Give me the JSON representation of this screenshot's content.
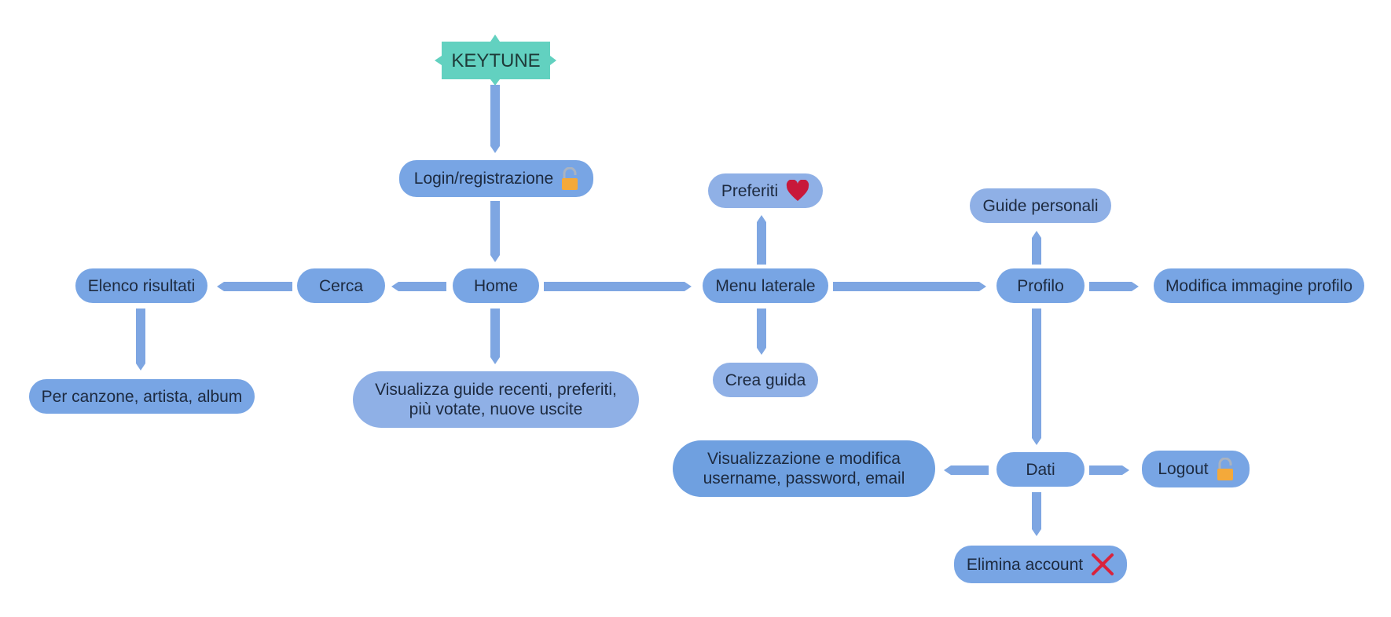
{
  "colors": {
    "title_fill": "#62d1c0",
    "node_fill": "#7ea6e2",
    "edge": "#7ea6e2",
    "lock_icon": "#f4a93a",
    "heart_icon": "#c8183a",
    "close_icon": "#d9233c"
  },
  "nodes": {
    "keytune": "KEYTUNE",
    "login": "Login/registrazione",
    "home": "Home",
    "cerca": "Cerca",
    "elenco_risultati": "Elenco risultati",
    "per_canzone": "Per canzone, artista, album",
    "visualizza_guide_line1": "Visualizza guide recenti, preferiti,",
    "visualizza_guide_line2": "più votate, nuove uscite",
    "menu_laterale": "Menu laterale",
    "preferiti": "Preferiti",
    "crea_guida": "Crea guida",
    "profilo": "Profilo",
    "guide_personali": "Guide personali",
    "modifica_immagine": "Modifica immagine profilo",
    "dati": "Dati",
    "visualizzazione_modifica_line1": "Visualizzazione e modifica",
    "visualizzazione_modifica_line2": "username, password, email",
    "logout": "Logout",
    "elimina_account": "Elimina account"
  },
  "icons": {
    "login": "lock-open-icon",
    "preferiti": "heart-icon",
    "logout": "lock-open-icon",
    "elimina_account": "close-icon"
  }
}
